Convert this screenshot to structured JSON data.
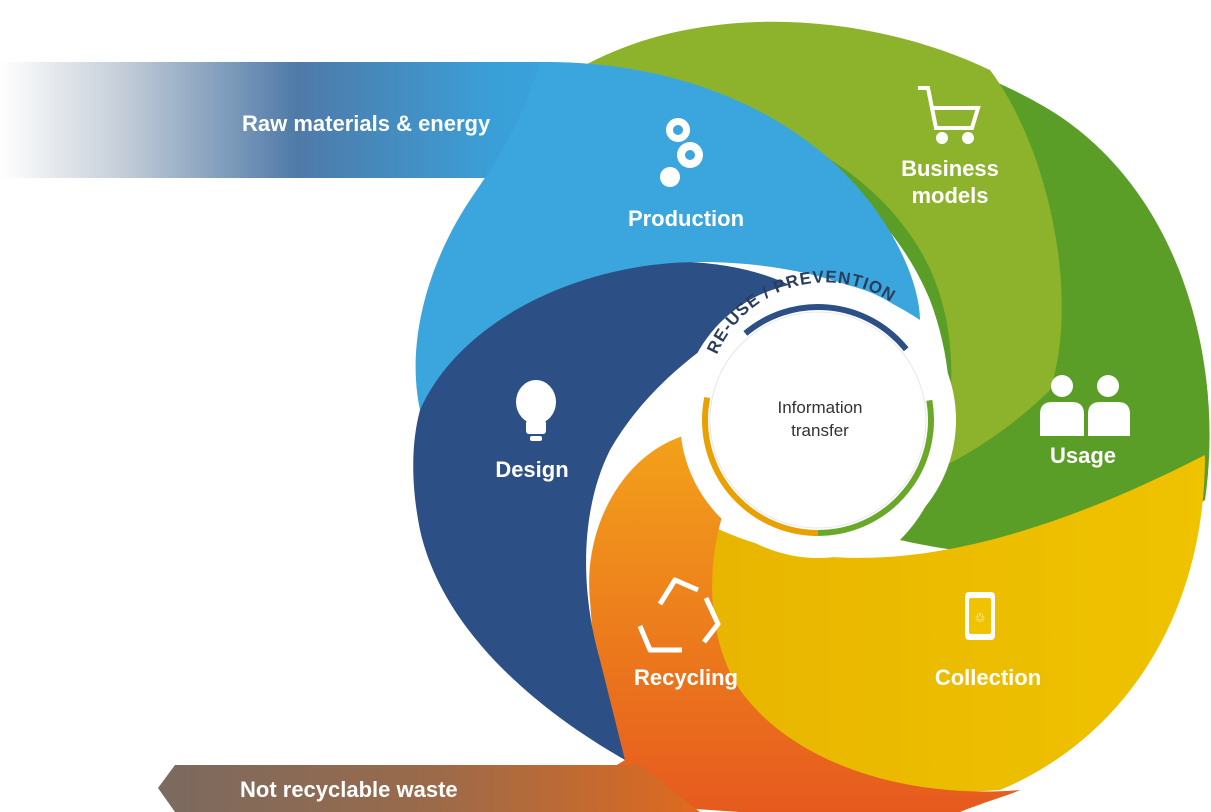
{
  "inflow": {
    "label": "Raw materials & energy"
  },
  "outflow": {
    "label": "Not recyclable waste"
  },
  "center": {
    "line1": "Information",
    "line2": "transfer",
    "ring_label": "RE-USE / PREVENTION"
  },
  "stages": [
    {
      "id": "production",
      "label": "Production",
      "icon": "gears-icon",
      "color": "#3aa6dd"
    },
    {
      "id": "business",
      "label_line1": "Business",
      "label_line2": "models",
      "icon": "shopping-cart-icon",
      "color": "#8db32c"
    },
    {
      "id": "usage",
      "label": "Usage",
      "icon": "users-icon",
      "color": "#5a9e27"
    },
    {
      "id": "collection",
      "label": "Collection",
      "icon": "recycle-bin-icon",
      "color": "#e8b700"
    },
    {
      "id": "recycling",
      "label": "Recycling",
      "icon": "recycle-icon",
      "color": "#ea6a1e"
    },
    {
      "id": "design",
      "label": "Design",
      "icon": "lightbulb-icon",
      "color": "#2c4f86"
    }
  ]
}
